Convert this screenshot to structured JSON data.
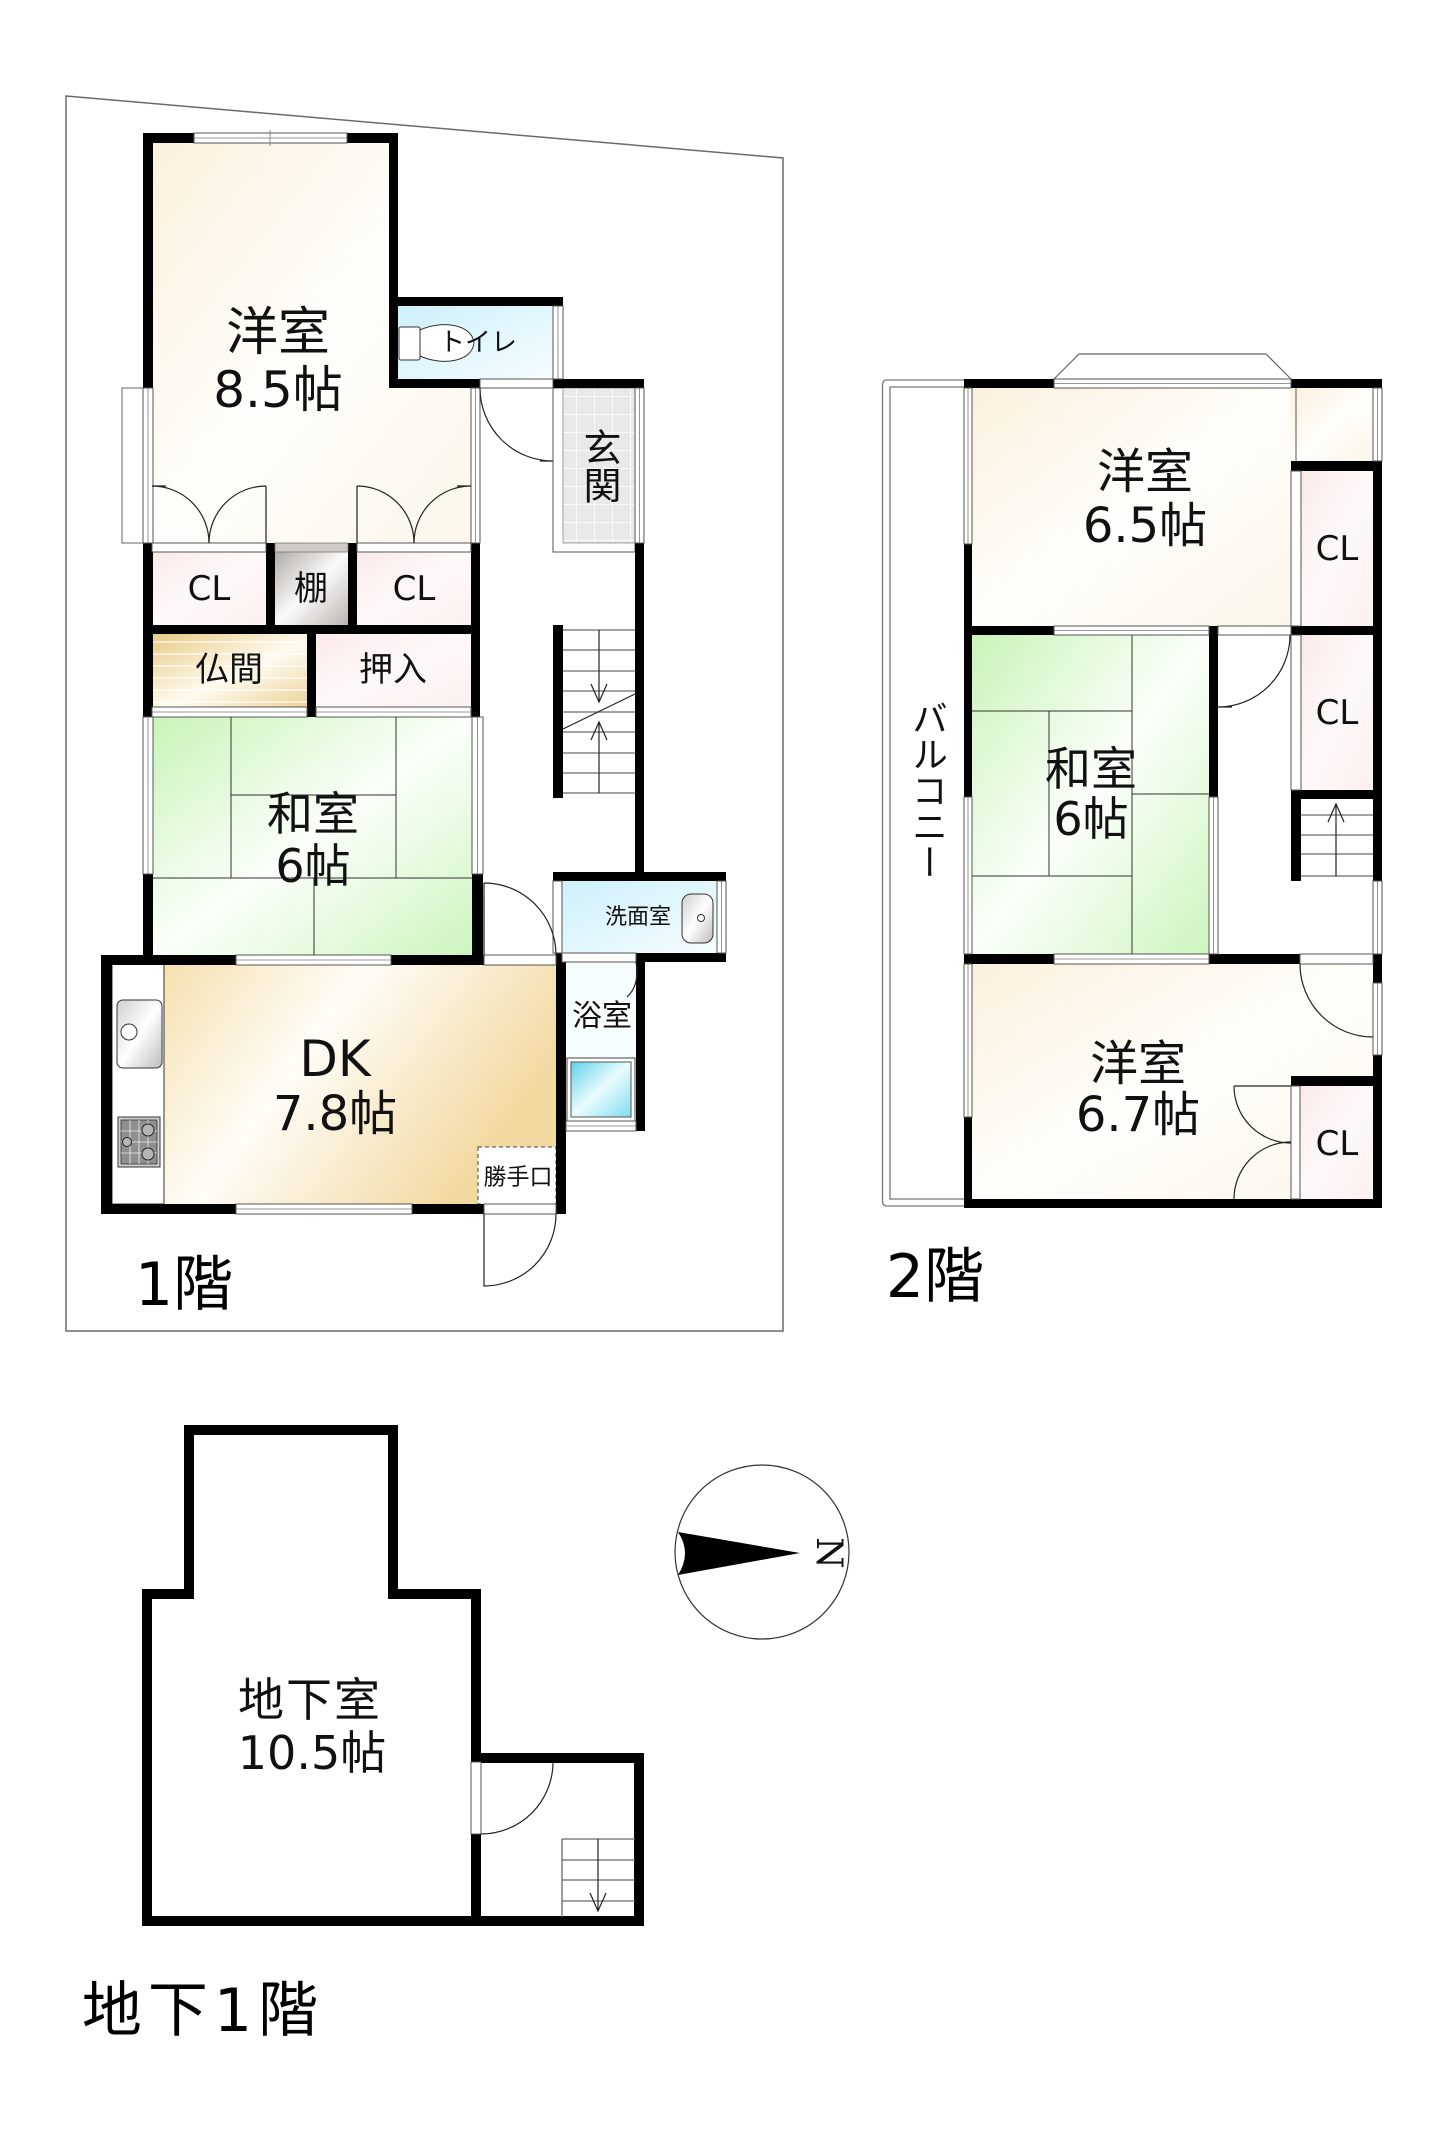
{
  "floor1": {
    "label": "1階",
    "rooms": {
      "western": {
        "name": "洋室",
        "size": "8.5帖"
      },
      "toilet": {
        "name": "トイレ"
      },
      "entrance": {
        "name": "玄関"
      },
      "closet_left": {
        "name": "CL"
      },
      "shelf": {
        "name": "棚"
      },
      "closet_right": {
        "name": "CL"
      },
      "butsuma": {
        "name": "仏間"
      },
      "oshiire": {
        "name": "押入"
      },
      "japanese": {
        "name": "和室",
        "size": "6帖"
      },
      "dk": {
        "name": "DK",
        "size": "7.8帖"
      },
      "washroom": {
        "name": "洗面室"
      },
      "bath": {
        "name": "浴室"
      },
      "back_door": {
        "name": "勝手口"
      }
    }
  },
  "floor2": {
    "label": "2階",
    "rooms": {
      "western_upper": {
        "name": "洋室",
        "size": "6.5帖"
      },
      "closet_1": {
        "name": "CL"
      },
      "closet_2": {
        "name": "CL"
      },
      "japanese": {
        "name": "和室",
        "size": "6帖"
      },
      "western_lower": {
        "name": "洋室",
        "size": "6.7帖"
      },
      "closet_3": {
        "name": "CL"
      },
      "balcony": {
        "name": "バルコニー"
      }
    }
  },
  "basement": {
    "label": "地下1階",
    "rooms": {
      "basement_room": {
        "name": "地下室",
        "size": "10.5帖"
      }
    }
  },
  "compass": {
    "north_label": "N",
    "icon": "north-arrow-icon"
  },
  "colors": {
    "wall": "#000000",
    "western_floor": "#fcf5e6",
    "tatami": "#d4f6c8",
    "wet_area": "#d8f3fb",
    "closet": "#fbeeee",
    "butsuma": "#ecd59a",
    "shelf": "#bbb5ae",
    "dk_floor": "#f6e1ad",
    "entrance_tile": "#e9e9e9",
    "bathtub": "#7fdcef"
  }
}
